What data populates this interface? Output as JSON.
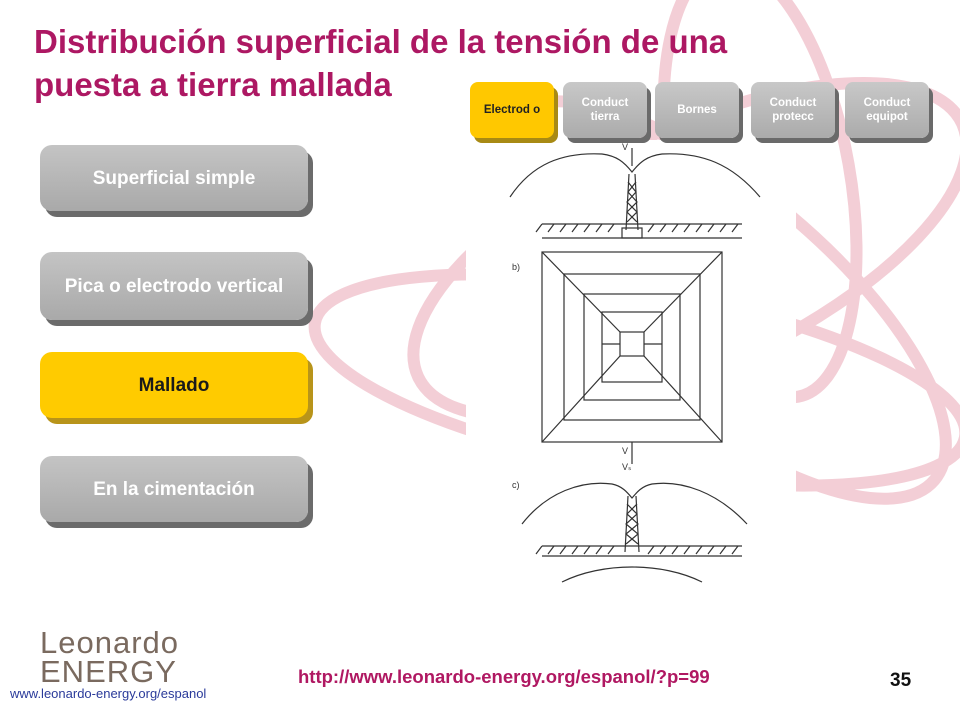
{
  "title": "Distribución superficial de la tensión de una puesta a tierra mallada",
  "tabs": [
    {
      "label": "Electrod o",
      "active": true
    },
    {
      "label": "Conduct tierra",
      "active": false
    },
    {
      "label": "Bornes",
      "active": false
    },
    {
      "label": "Conduct protecc",
      "active": false
    },
    {
      "label": "Conduct equipot",
      "active": false
    }
  ],
  "side_menu": [
    {
      "label": "Superficial simple",
      "active": false
    },
    {
      "label": "Pica o electrodo vertical",
      "active": false
    },
    {
      "label": "Mallado",
      "active": true
    },
    {
      "label": "En la cimentación",
      "active": false
    }
  ],
  "figure": {
    "label_b": "b)",
    "label_c": "c)",
    "label_v": "V",
    "label_vs": "Vₛ"
  },
  "logo": {
    "line1": "Leonardo",
    "line2": "ENERGY"
  },
  "footer_url": "www.leonardo-energy.org/espanol",
  "reference_url": "http://www.leonardo-energy.org/espanol/?p=99",
  "page_number": "35",
  "colors": {
    "accent": "#ad1863",
    "active": "#ffc800",
    "inactive": "#b4b4b4"
  }
}
